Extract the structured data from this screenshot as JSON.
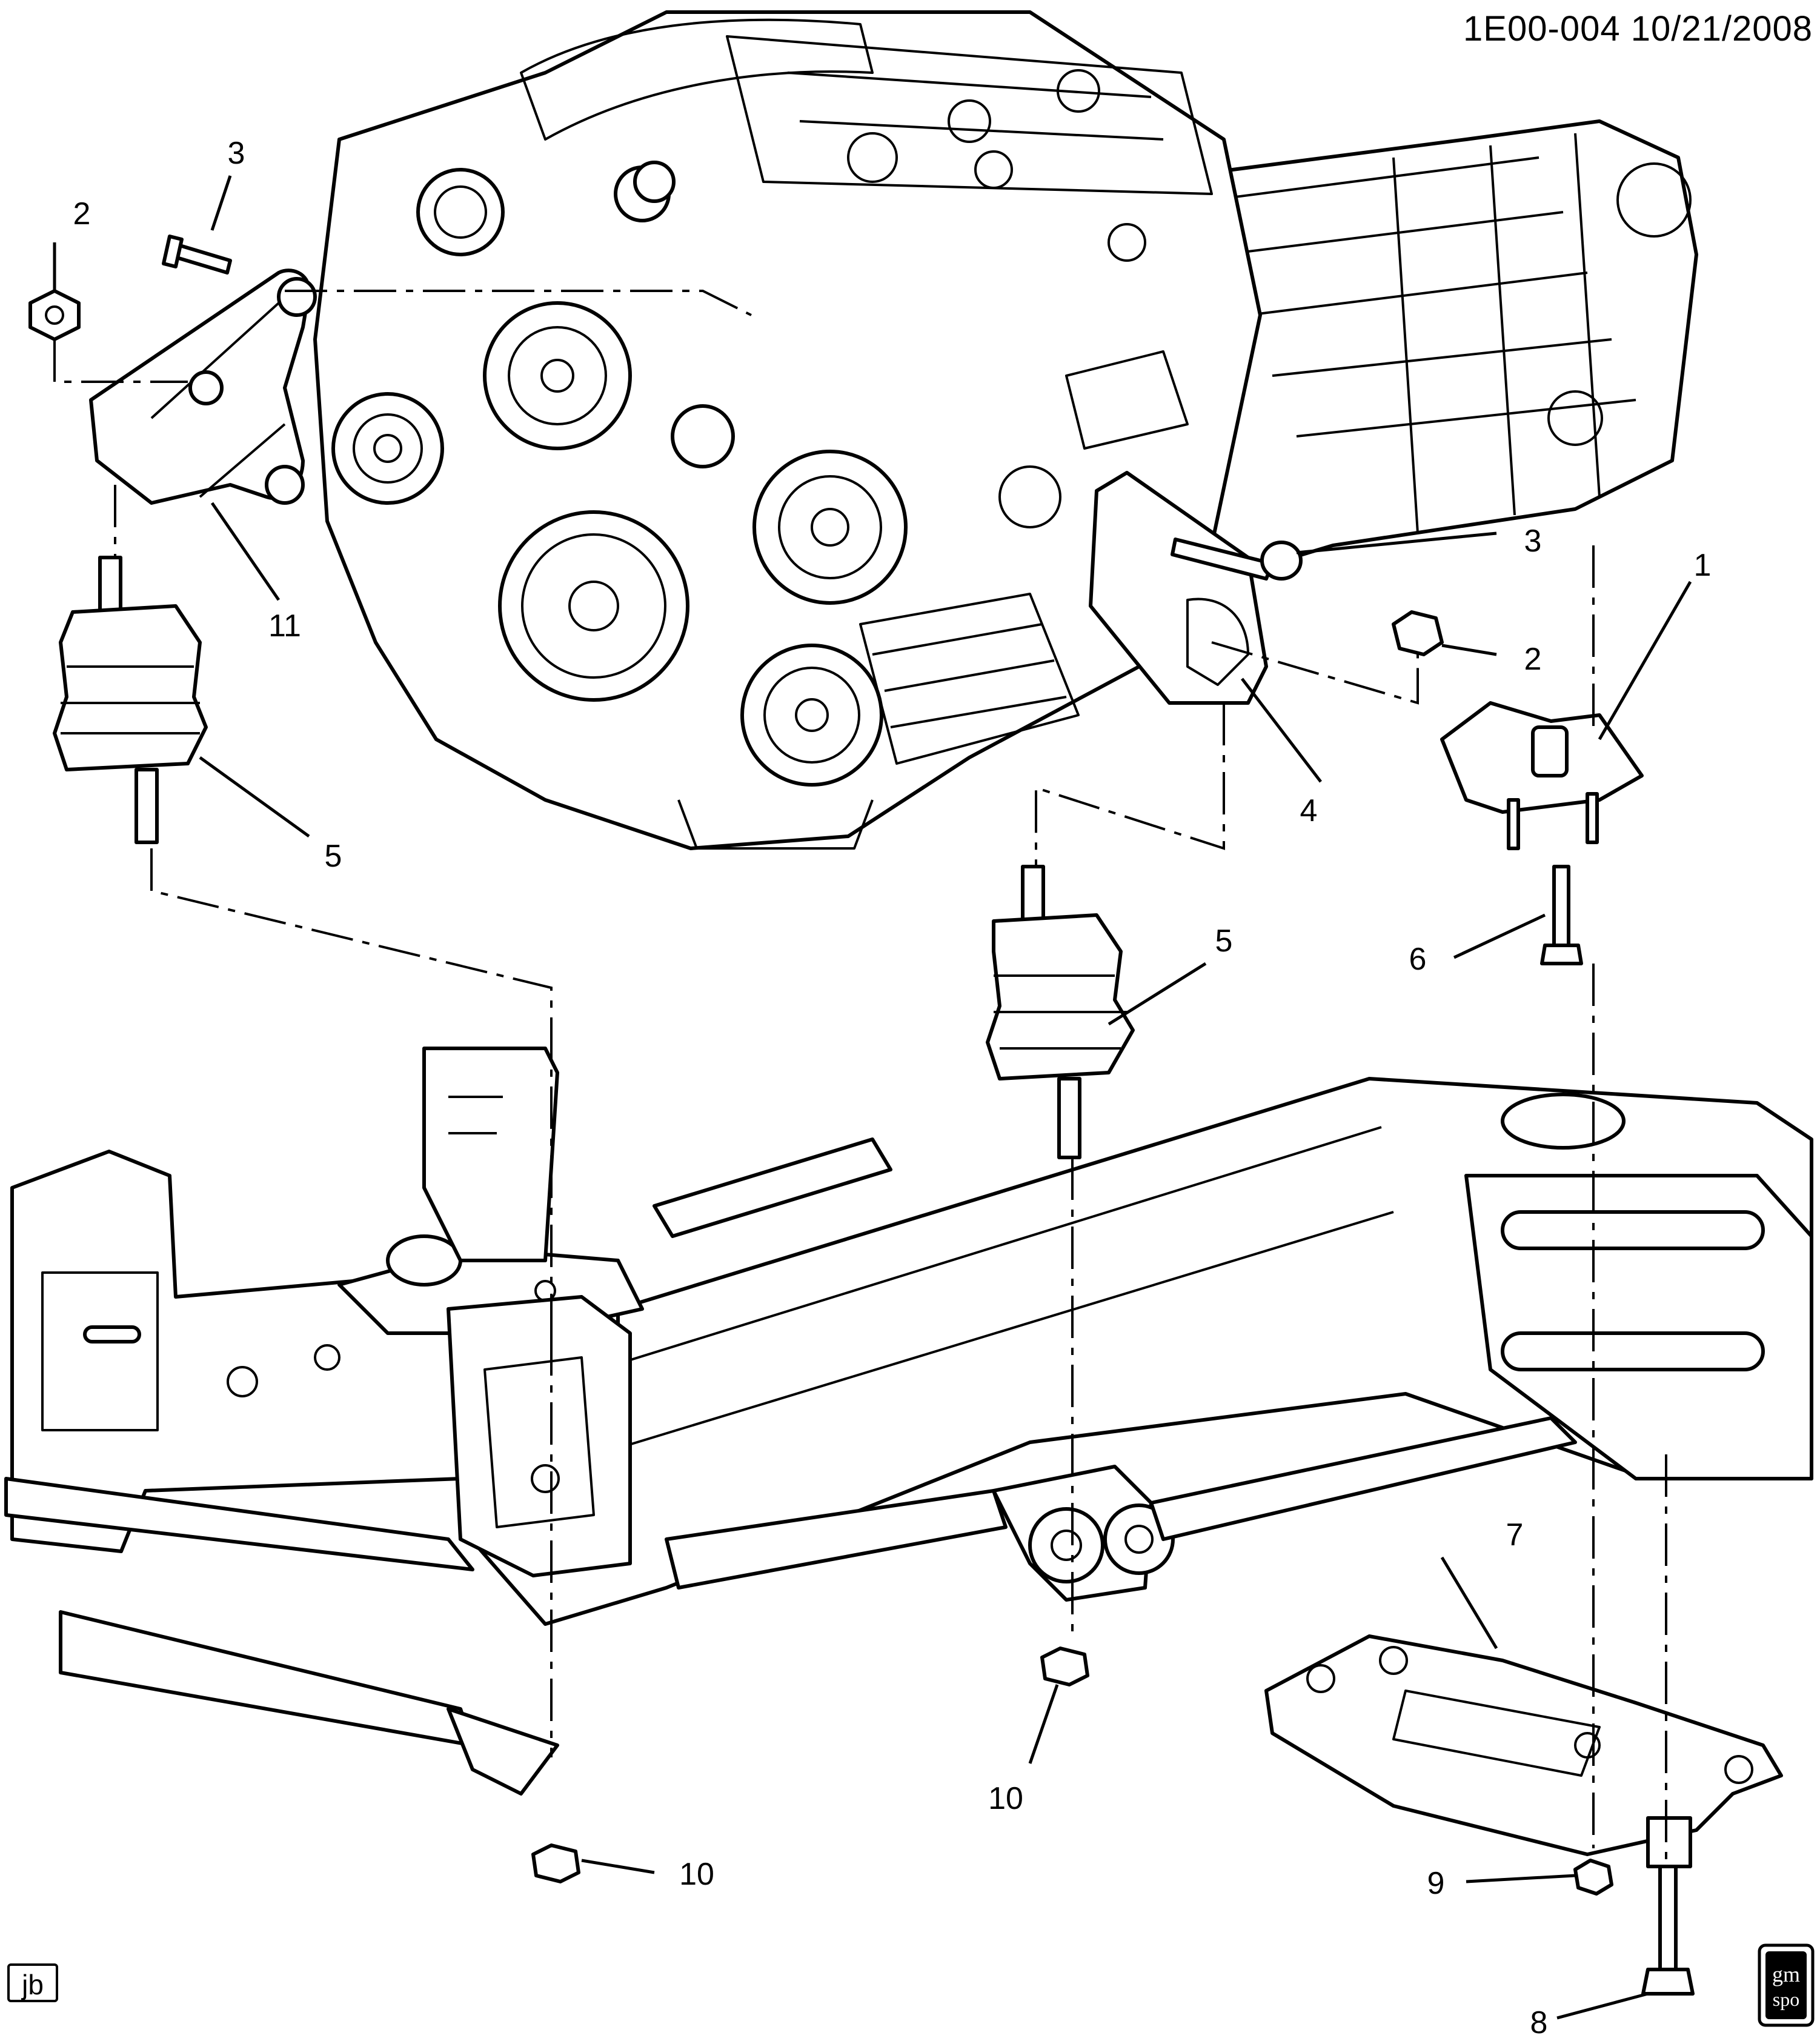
{
  "sheet": {
    "id": "1E00-004  10/21/2008",
    "artist_tag": "jb",
    "badge": {
      "line1": "gm",
      "line2": "spo"
    }
  },
  "callouts": [
    {
      "key": "mount-bracket-right",
      "label": "1"
    },
    {
      "key": "nut-left",
      "label": "2"
    },
    {
      "key": "bolt-left",
      "label": "3"
    },
    {
      "key": "bolt-right",
      "label": "3"
    },
    {
      "key": "nut-right",
      "label": "2"
    },
    {
      "key": "bracket-right",
      "label": "4"
    },
    {
      "key": "mount-left",
      "label": "5"
    },
    {
      "key": "mount-center",
      "label": "5"
    },
    {
      "key": "bolt-lower",
      "label": "6"
    },
    {
      "key": "crossmember",
      "label": "7"
    },
    {
      "key": "bolt-bottom",
      "label": "8"
    },
    {
      "key": "nut-bottom",
      "label": "9"
    },
    {
      "key": "nut-center",
      "label": "10"
    },
    {
      "key": "nut-front",
      "label": "10"
    },
    {
      "key": "bracket-left",
      "label": "11"
    }
  ]
}
